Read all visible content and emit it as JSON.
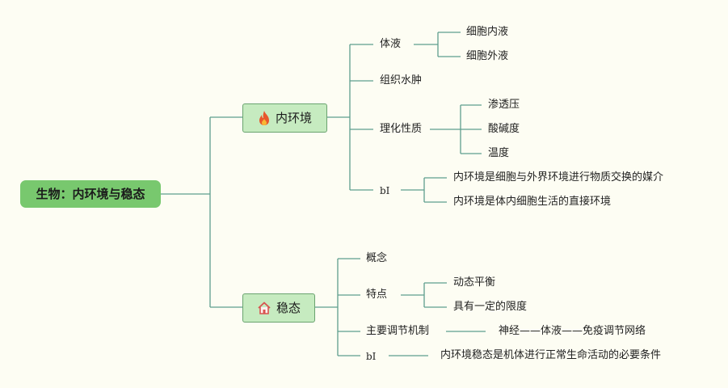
{
  "root": {
    "label": "生物：内环境与稳态"
  },
  "branch1": {
    "label": "内环境",
    "icon": "fire-icon",
    "children": {
      "tiye": {
        "label": "体液",
        "children": [
          "细胞内液",
          "细胞外液"
        ]
      },
      "shuizhong": {
        "label": "组织水肿"
      },
      "lihua": {
        "label": "理化性质",
        "children": [
          "渗透压",
          "酸碱度",
          "温度"
        ]
      },
      "bi": {
        "label": "bI",
        "children": [
          "内环境是细胞与外界环境进行物质交换的媒介",
          "内环境是体内细胞生活的直接环境"
        ]
      }
    }
  },
  "branch2": {
    "label": "稳态",
    "icon": "house-icon",
    "children": {
      "gainian": {
        "label": "概念"
      },
      "tedian": {
        "label": "特点",
        "children": [
          "动态平衡",
          "具有一定的限度"
        ]
      },
      "tiaojie": {
        "label": "主要调节机制",
        "children": [
          "神经——体液——免疫调节网络"
        ]
      },
      "bi": {
        "label": "bI",
        "children": [
          "内环境稳态是机体进行正常生命活动的必要条件"
        ]
      }
    }
  },
  "colors": {
    "line": "#5e9e8e",
    "root_bg": "#78c86e",
    "branch_bg": "#c6ebc0",
    "fire": "#e8572c",
    "house": "#d9534f"
  }
}
